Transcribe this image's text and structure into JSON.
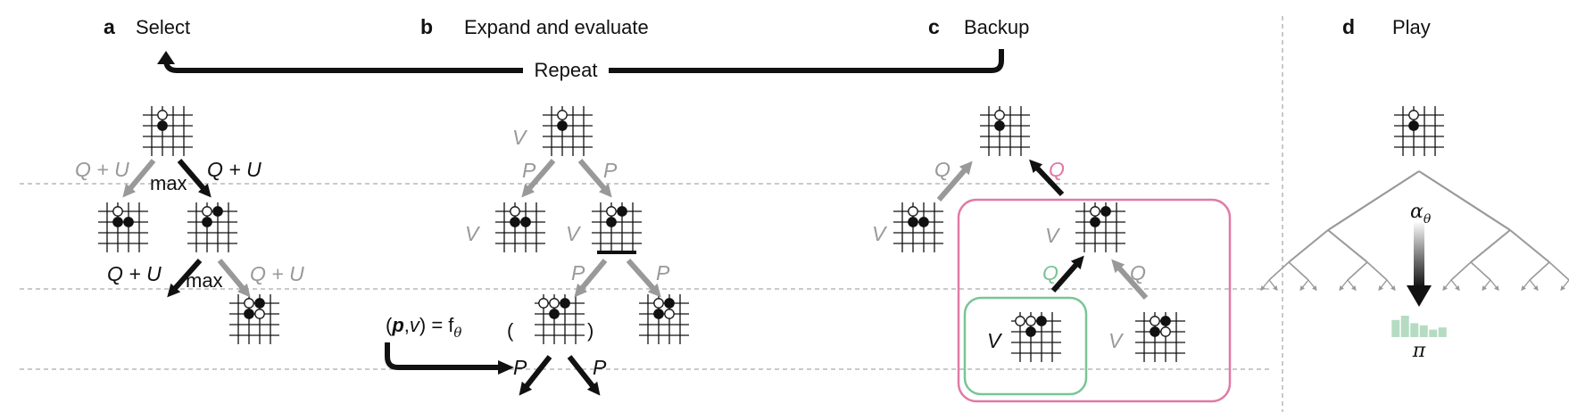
{
  "panels": [
    {
      "letter": "a",
      "title": "Select"
    },
    {
      "letter": "b",
      "title": "Expand and evaluate"
    },
    {
      "letter": "c",
      "title": "Backup"
    },
    {
      "letter": "d",
      "title": "Play"
    }
  ],
  "repeat_label": "Repeat",
  "labels": {
    "q_plus_u": "Q + U",
    "max": "max",
    "p": "P",
    "v": "V",
    "q": "Q",
    "p_bold": "p",
    "comma": ",",
    "v_small": "v",
    "paren_open": "(",
    "paren_close": ")",
    "equals_f": ") = f",
    "theta": "θ",
    "alpha": "α",
    "pi": "π"
  },
  "colors": {
    "black": "#111111",
    "gray": "#999999",
    "pink": "#e07aa6",
    "green": "#79c596",
    "bars": "#b5dcc2",
    "dashes": "#aaaaaa"
  },
  "policy_bars": [
    0.8,
    1.0,
    0.65,
    0.55,
    0.35,
    0.45
  ]
}
